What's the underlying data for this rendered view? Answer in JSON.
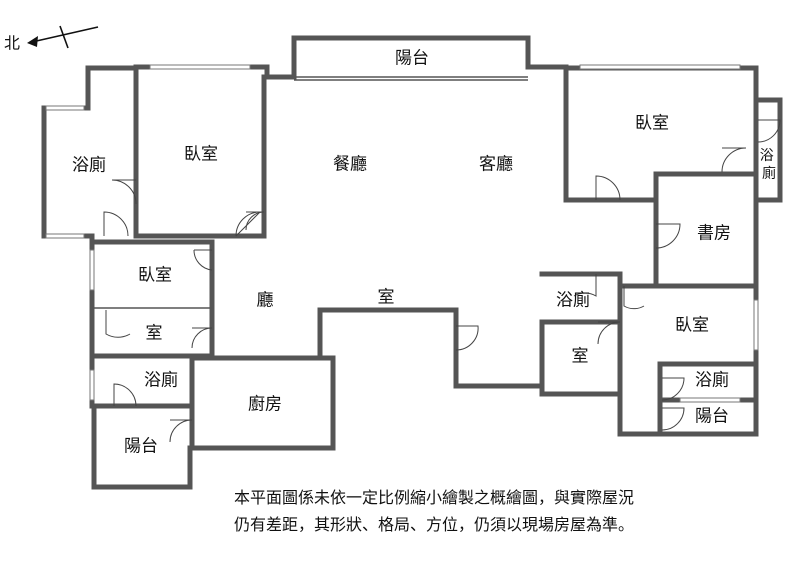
{
  "north": {
    "label": "北",
    "icon": "north-arrow-icon"
  },
  "rooms": {
    "balcony_top": "陽台",
    "bath_west": "浴廁",
    "bedroom_nw": "臥室",
    "dining": "餐廳",
    "living": "客廳",
    "bedroom_ne": "臥室",
    "bath_east_vertical": "浴\n廁",
    "study": "書房",
    "bedroom_w2": "臥室",
    "hall": "廳",
    "room_center": "室",
    "room_w_small": "室",
    "bath_center": "浴廁",
    "room_center_small": "室",
    "bedroom_se": "臥室",
    "bath_sw": "浴廁",
    "kitchen": "廚房",
    "bath_se": "浴廁",
    "balcony_sw": "陽台",
    "balcony_se": "陽台"
  },
  "disclaimer": {
    "line1": "本平面圖係未依一定比例縮小繪製之概繪圖，與實際屋況",
    "line2": "仍有差距，其形狀、格局、方位，仍須以現場房屋為準。"
  }
}
